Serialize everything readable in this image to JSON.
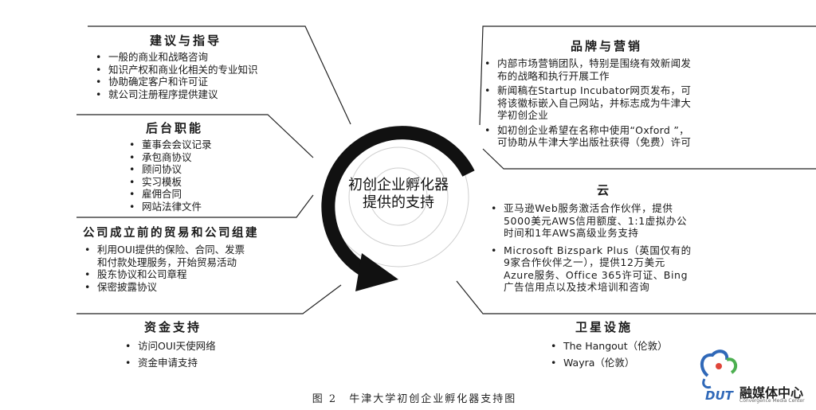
{
  "center": {
    "line1": "初创企业孵化器",
    "line2": "提供的支持"
  },
  "sections": {
    "advice": {
      "title": "建议与指导",
      "items": [
        "一般的商业和战略咨询",
        "知识产权和商业化相关的专业知识",
        "协助确定客户和许可证",
        "就公司注册程序提供建议"
      ]
    },
    "backoffice": {
      "title": "后台职能",
      "items": [
        "董事会会议记录",
        "承包商协议",
        "顾问协议",
        "实习模板",
        "雇佣合同",
        "网站法律文件"
      ]
    },
    "preincorp": {
      "title": "公司成立前的贸易和公司组建",
      "items": [
        "利用OUI提供的保险、合同、发票",
        "和付款处理服务，开始贸易活动",
        "股东协议和公司章程",
        "保密披露协议"
      ]
    },
    "funding": {
      "title": "资金支持",
      "items": [
        "访问OUI天使网络",
        "资金申请支持"
      ]
    },
    "brand": {
      "title": "品牌与营销",
      "items": [
        "内部市场营销团队，特别是围绕有效新闻发",
        "布的战略和执行开展工作",
        "新闻稿在Startup Incubator网页发布，可",
        "将该徽标嵌入自己网站，并标志成为牛津大",
        "学初创企业",
        "如初创企业希望在名称中使用“Oxford ”，",
        "可协助从牛津大学出版社获得（免费）许可"
      ]
    },
    "cloud": {
      "title": "云",
      "items": [
        "亚马逊Web服务激活合作伙伴，提供",
        "5000美元AWS信用额度、1:1虚拟办公",
        "时间和1年AWS高级业务支持",
        "Microsoft Bizspark Plus（英国仅有的",
        "9家合作伙伴之一），提供12万美元",
        "Azure服务、Office 365许可证、Bing",
        "广告信用点以及技术培训和咨询"
      ]
    },
    "facilities": {
      "title": "卫星设施",
      "items": [
        "The Hangout（伦敦）",
        "Wayra（伦敦）"
      ]
    }
  },
  "caption": "图 2　牛津大学初创企业孵化器支持图",
  "logo": {
    "icon": "dut-logo-icon",
    "mark": "DUT",
    "name": "融媒体中心",
    "sub": "Convergence Media Center"
  },
  "colors": {
    "text": "#1a1a1a",
    "arrow": "#111111",
    "logo_blue": "#2f68b8",
    "logo_red": "#e0453a",
    "logo_green": "#4caf50"
  }
}
